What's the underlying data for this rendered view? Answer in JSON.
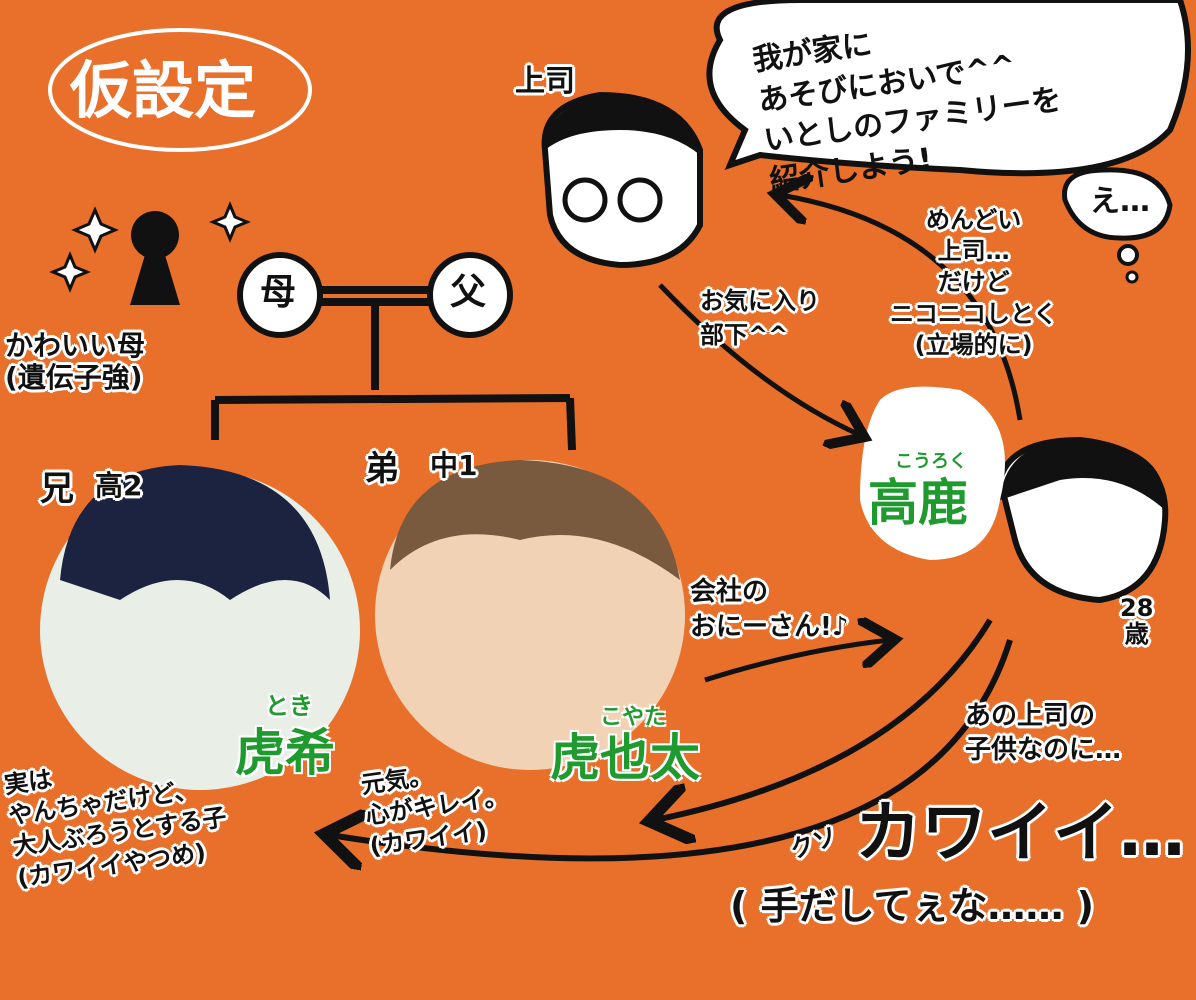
{
  "title": "仮設定",
  "speech_bubble": "我が家に\nあそびにおいで^^\nいとしのファミリーを\n紹介しよう!",
  "boss": {
    "label": "上司"
  },
  "thought_bubble": "え…",
  "parents": {
    "mother": "母",
    "father": "父",
    "mother_note": "かわいい母\n(遺伝子強)"
  },
  "boss_to_kouroku": "お気に入り\n部下^^",
  "kouroku_to_boss": "めんどい\n上司…\nだけど\nニコニコしとく\n(立場的に)",
  "kouroku": {
    "reading": "こうろく",
    "name": "高鹿",
    "age": "28\n歳"
  },
  "toki": {
    "role": "兄",
    "grade": "高2",
    "reading": "とき",
    "name": "虎希",
    "note": "実は\nやんちゃだけど、\n大人ぶろうとする子\n(カワイイやつめ)"
  },
  "koyata": {
    "role": "弟",
    "grade": "中1",
    "reading": "こやた",
    "name": "虎也太",
    "note": "元気。\n心がキレイ。\n(カワイイ)"
  },
  "koyata_to_kouroku": "会社の\nおにーさん!♪",
  "kouroku_to_kids": "あの上司の\n子供なのに…",
  "kawaii": {
    "prefix": "クソ",
    "main": "カワイイ…",
    "sub": "( 手だしてぇな…… )"
  }
}
